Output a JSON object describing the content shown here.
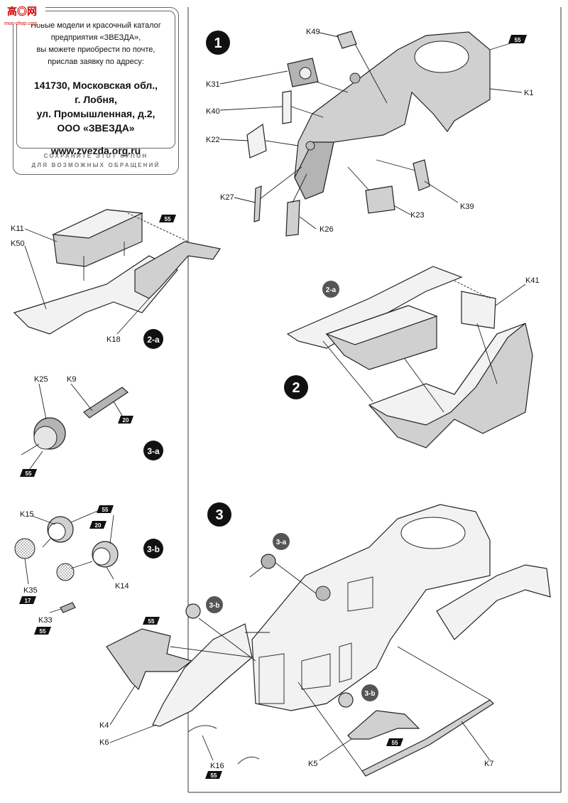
{
  "coupon": {
    "lines": [
      "Новые модели и красочный каталог",
      "предприятия «ЗВЕЗДА»,",
      "вы можете приобрести по почте,",
      "прислав заявку по адресу:"
    ],
    "address": [
      "141730, Московская обл.,",
      "г. Лобня,",
      "ул. Промышленная, д.2,",
      "ООО «ЗВЕЗДА»"
    ],
    "website": "www.zvezda.org.ru",
    "keep_line1": "СОХРАНИТЕ ЭТОТ КУПОН",
    "keep_line2": "ДЛЯ ВОЗМОЖНЫХ ОБРАЩЕНИЙ"
  },
  "watermark": {
    "text": "高◎网",
    "url": "moo-shop.com"
  },
  "steps": {
    "s1": "1",
    "s2": "2",
    "s3": "3",
    "s2a": "2-a",
    "s3a": "3-a",
    "s3b": "3-b"
  },
  "colors": {
    "badge": "#111111",
    "sub_badge": "#555555"
  },
  "paint_codes": {
    "c55": "55",
    "c20": "20",
    "c17": "17"
  },
  "parts": {
    "K1": "K1",
    "K4": "K4",
    "K5": "K5",
    "K6": "K6",
    "K7": "K7",
    "K9": "K9",
    "K11": "K11",
    "K14": "K14",
    "K15": "K15",
    "K16": "K16",
    "K18": "K18",
    "K22": "K22",
    "K23": "K23",
    "K25": "K25",
    "K26": "K26",
    "K27": "K27",
    "K31": "K31",
    "K33": "K33",
    "K35": "K35",
    "K39": "K39",
    "K40": "K40",
    "K41": "K41",
    "K49": "K49",
    "K50": "K50"
  }
}
